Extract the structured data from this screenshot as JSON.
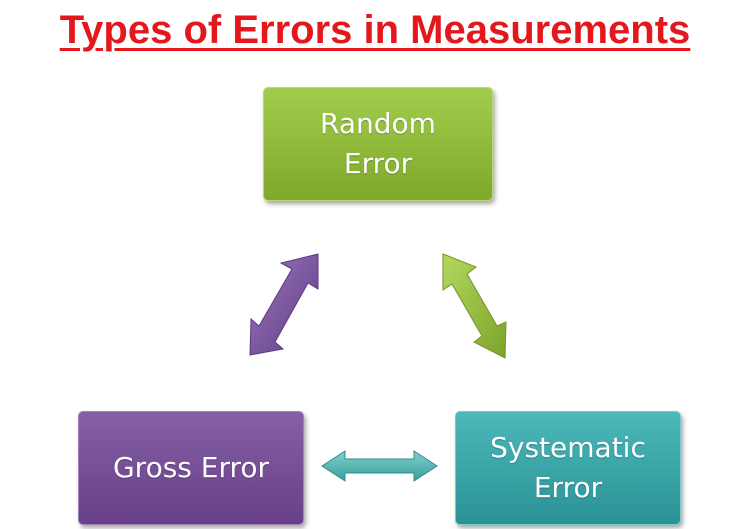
{
  "title": "Types of Errors in Measurements",
  "nodes": {
    "random": {
      "label": "Random\nError",
      "color": "#8db83a"
    },
    "gross": {
      "label": "Gross Error",
      "color": "#7651a0"
    },
    "systematic": {
      "label": "Systematic\nError",
      "color": "#38a6a8"
    }
  },
  "arrows": [
    {
      "between": [
        "random",
        "gross"
      ],
      "color": "#7651a0",
      "type": "double-headed"
    },
    {
      "between": [
        "random",
        "systematic"
      ],
      "color": "#8db83a",
      "type": "double-headed"
    },
    {
      "between": [
        "gross",
        "systematic"
      ],
      "color": "#48b3ae",
      "type": "double-headed"
    }
  ]
}
